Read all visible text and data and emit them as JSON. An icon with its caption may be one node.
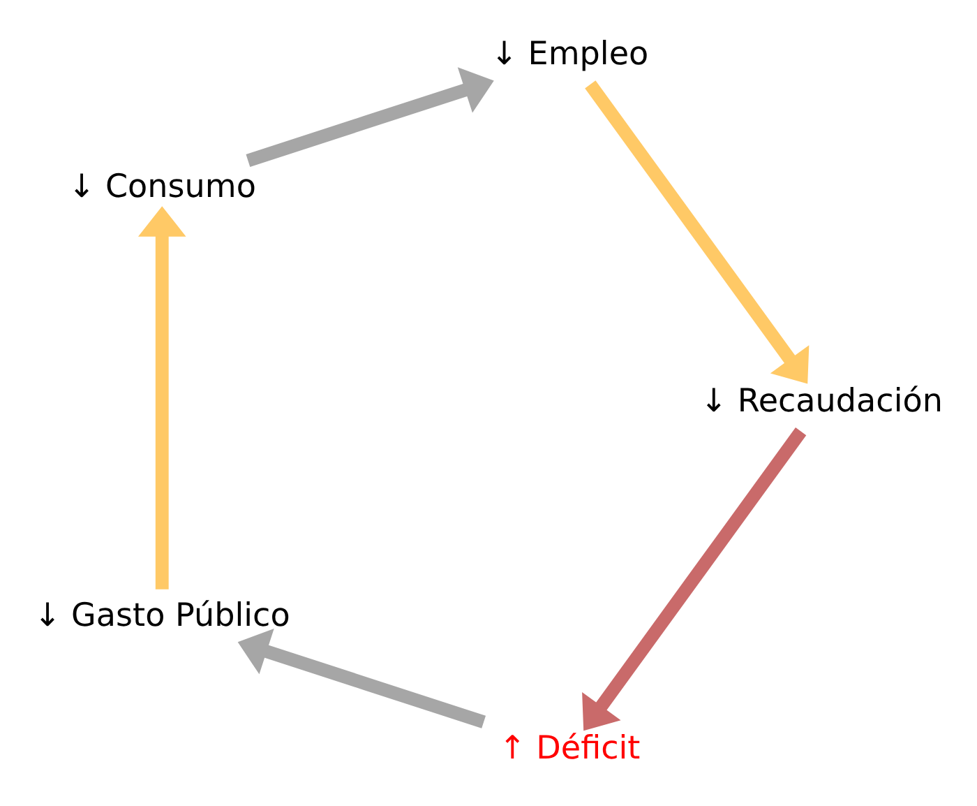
{
  "diagram": {
    "nodes": [
      {
        "text": [
          "↑ Déficit"
        ]
      },
      {
        "text": [
          "↓ Gasto Público"
        ]
      },
      {
        "text": [
          "↓ Consumo"
        ]
      },
      {
        "text": [
          "↓ Empleo"
        ]
      },
      {
        "text": [
          "↓ Recaudación"
        ]
      }
    ],
    "edges": [
      {
        "from": 0,
        "to": 1,
        "arrow": "to",
        "color": "#a6a6a6"
      },
      {
        "from": 1,
        "to": 2,
        "arrow": "to",
        "color": "#ffc966"
      },
      {
        "from": 2,
        "to": 3,
        "arrow": "to",
        "color": "#a6a6a6"
      },
      {
        "from": 3,
        "to": 4,
        "arrow": "to",
        "color": "#ffc966"
      },
      {
        "from": 4,
        "to": 0,
        "arrow": "to",
        "color": "#c96a6a"
      }
    ]
  }
}
